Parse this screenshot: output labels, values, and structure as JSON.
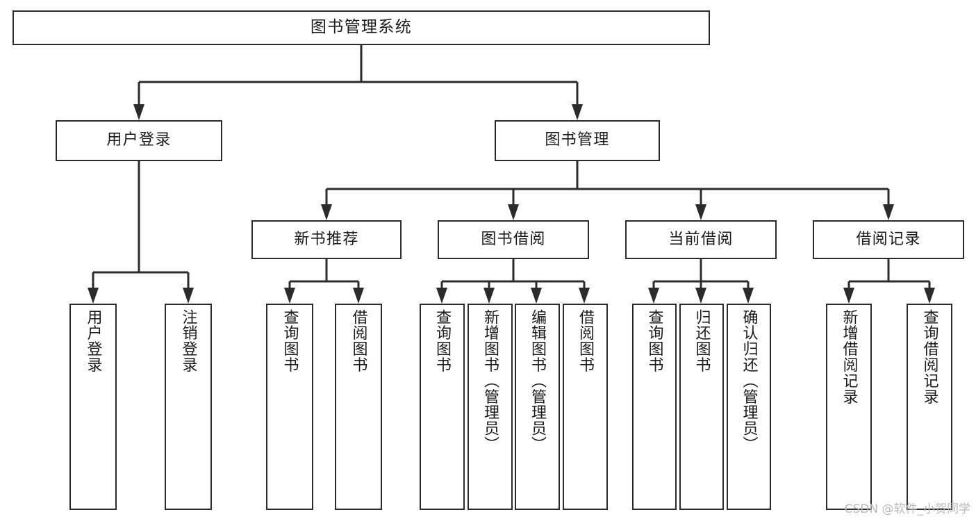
{
  "diagram": {
    "title": "图书管理系统",
    "type": "tree-hierarchy-chart",
    "watermark": "CSDN @软件_小贺同学",
    "colors": {
      "stroke": "#2b2b2b",
      "fill": "#ffffff",
      "text": "#1a1a1a",
      "watermark": "#b9b9b9"
    }
  },
  "root": {
    "label": "图书管理系统"
  },
  "level2": [
    {
      "label": "用户登录"
    },
    {
      "label": "图书管理"
    }
  ],
  "level3": [
    {
      "label": "新书推荐"
    },
    {
      "label": "图书借阅"
    },
    {
      "label": "当前借阅"
    },
    {
      "label": "借阅记录"
    }
  ],
  "leaves": {
    "user_login": [
      {
        "label": "用户登录"
      },
      {
        "label": "注销登录"
      }
    ],
    "new_book": [
      {
        "label": "查询图书"
      },
      {
        "label": "借阅图书"
      }
    ],
    "book_borrow": [
      {
        "label": "查询图书"
      },
      {
        "label": "新增图书（管理员）"
      },
      {
        "label": "编辑图书（管理员）"
      },
      {
        "label": "借阅图书"
      }
    ],
    "current_borrow": [
      {
        "label": "查询图书"
      },
      {
        "label": "归还图书"
      },
      {
        "label": "确认归还（管理员）"
      }
    ],
    "borrow_record": [
      {
        "label": "新增借阅记录"
      },
      {
        "label": "查询借阅记录"
      }
    ]
  }
}
